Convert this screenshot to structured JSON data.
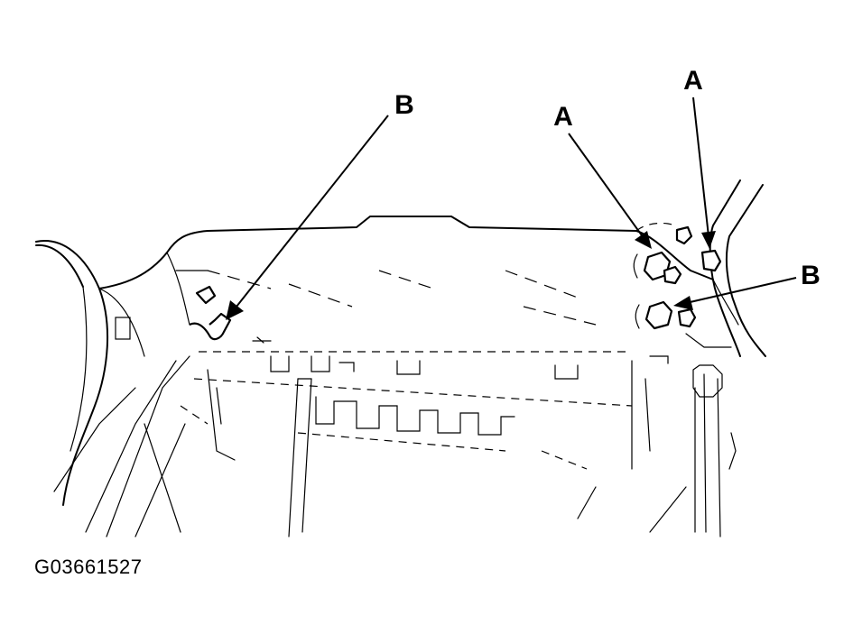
{
  "figure": {
    "id": "G03661527"
  },
  "callouts": {
    "b_left": "B",
    "a_middle": "A",
    "a_right": "A",
    "b_right": "B"
  }
}
